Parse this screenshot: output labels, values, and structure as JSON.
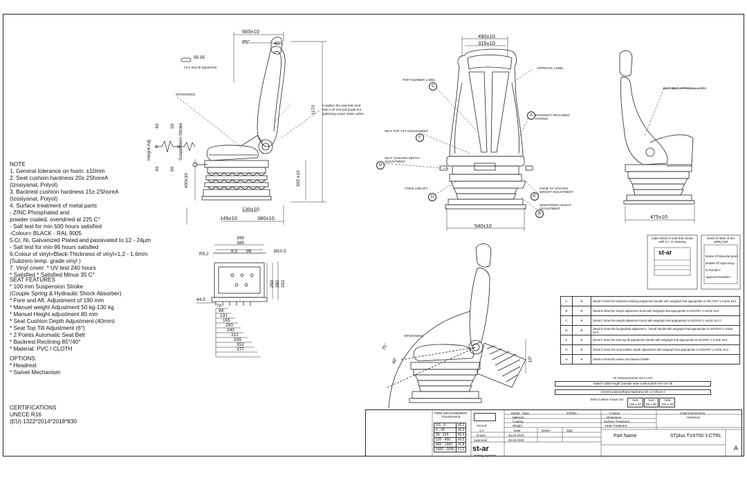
{
  "notes": {
    "heading": "NOTE",
    "items": [
      "1. General tolerance on foam: ±10mm",
      "2. Seat cushion hardness 20± 2ShoreA",
      "(Izosiyanat, Polyol)",
      "3. Backrest cushion hardness 15± 2ShoreA",
      "(Izosiyanat, Polyol)",
      "4. Surface treatment of metal parts",
      "- ZINC Phosphated and",
      "powder coated, ovendried at 225 C°",
      "- Salt test for min 500 hours satisfied",
      "-Colour= BLACK - RAL 9005",
      "5.Cr, Ni, Galvanized Plated and passivated to 12 - 24μm",
      "- Salt test for min 96 hours satisfied",
      "6.Colour of vinyl=Black-Thickness of vinyl=1,2 - 1,6mm",
      "(Subzero temp. grade vinyl )",
      "7. Vinyl cover: * UV test 240 hours",
      "* Satisfied  * Satisfied Minus 35 C°"
    ]
  },
  "features": {
    "heading": "SEAT FEATURES",
    "items": [
      "* 100 mm Suspension Stroke",
      "(Couple Spring & Hydraulic Shock Absorber)",
      "* Fore and Aft. Adjustment of  190 mm",
      "* Manuel weight Adjustment 50 kg-130 kg",
      "* Manuel Height adjustment 80 mm",
      "* Seat Cushion Depth Adjustment (40mm)",
      "* Seat Top Tilt Adjustment (6°)",
      "* 2 Points Automatic Seat Belt",
      "* Backrest Reclining 85°/40°",
      "* Material: PVC / CLOTH"
    ]
  },
  "options": {
    "heading": "OPTIONS:",
    "items": [
      "* Headrest",
      "* Swivel Mechanism"
    ]
  },
  "certifications": {
    "heading": "CERTIFICATIONS",
    "items": [
      "UNECE R16",
      "(EU) 1322*2014*2018*830"
    ]
  },
  "side_view": {
    "d_660": "660±10",
    "angle_85": "85°",
    "angle_40": "40°",
    "fore_aft_dims": "95    95",
    "fore_aft_label": "Fore and aft adjustment",
    "sip_label": "SIP(ISO5353)",
    "belt_note_1": "to tighten the seat belt used",
    "belt_note_2": "M10 x 20 mm bolt grade 8.8",
    "belt_note_3": "tightening torque 45Nm ±5Nm",
    "d_1170": "1170",
    "d_400": "400±10",
    "d_303": "303 ±10",
    "d_130": "130±10",
    "d_149": "149±10",
    "d_380": "380±10",
    "height_adj": "Height Adj.",
    "suspension_stroke": "Suspension Stroke",
    "v40": "40",
    "v50a": "50",
    "v50b": "50",
    "v40b": "40"
  },
  "front_view": {
    "d_490": "490±10",
    "d_315": "315±10",
    "d_540": "540±10",
    "part_number": "PART NUMBER LABEL",
    "seat_top_tilt": "SEAT TOP TILT ADJUSTMENT",
    "cushion_depth": "SEAT CUSHION DEPTH ADJUSTMENT",
    "fore_aft": "FORE AND AFT",
    "backrest_recline": "BACKREST RECLINING HANDLE",
    "weight_adj": "KNOB TO TIGHTEN WEIGHT ADJUSTMENT",
    "height_adj": "SEMI-RISING HEIGHT ADJUSTMENT",
    "seat_belt_label": "APPROVAL LABEL",
    "callouts": [
      "C",
      "F",
      "G",
      "D",
      "A",
      "E",
      "B"
    ]
  },
  "rear_view": {
    "d_475": "475±10",
    "label_top": "SEAT BELT APPROVAL LABEL"
  },
  "bottom_view": {
    "d_399a": "399",
    "d_399b": "389",
    "d_85": "8,5",
    "d_r52": "R5,2",
    "d_98": "98",
    "d_o10": "Ø10,5",
    "d_44": "44,5",
    "d_70": "70",
    "d_98b": "98",
    "d_131": "131",
    "d_155": "155",
    "d_200": "200",
    "d_240": "240",
    "d_312": "312",
    "d_335": "335",
    "d_352": "352",
    "d_377": "377",
    "d_250": "250",
    "d_280": "280",
    "d_293": "293"
  },
  "tilt_view": {
    "angle_75": "75°",
    "angle_48": "48°",
    "angle_10": "10°",
    "sip_label": "SIP(ISO5353)"
  },
  "label_boxes": {
    "box1_title": "Label detail of seat that shows with S.I. on drawing",
    "box2_title": "Detail of label of the safety belt",
    "box2_lines": [
      "Name Of Manufacturer--",
      "Details Of Approving--",
      "E Number--",
      "Approval Number--"
    ]
  },
  "detail_table": [
    {
      "letter": "A",
      "text": "Detail A show the backrest reclining adjustment handle with weigraph that appropriate to ISO 3767-1 Article 18.4"
    },
    {
      "letter": "B",
      "text": "Detail B show the height adjustment knob with weigraph that appropriate to ISO3767-1 Article 18.3"
    },
    {
      "letter": "C",
      "text": "Detail C show the weight adjustment knob with weigraph that appropriate to ISO3767-1 Article 18.17"
    },
    {
      "letter": "D",
      "text": "Detail D show the longitudinal adjustment - foreaft handle with weigraph that appropriate to ISO3767-1 Article 18.3"
    },
    {
      "letter": "F",
      "text": "Detail F show the seat top tilt adjustment handle with weigraph that appropriate to ISO3767-1 Article 18.6"
    },
    {
      "letter": "G",
      "text": "Detail G show the seat cushion depth adjustment with weigraph that appropriate to ISO3767-1 Article 18.2"
    },
    {
      "letter": "H",
      "text": "Detail H show the swivel mechanism handle"
    }
  ],
  "spec_lines": {
    "line1": "All measurements are in mm",
    "line2": "Switch cable length (outside seat cushion)540 mm GH 25",
    "line3": "Armrest polyurethane hardness 50 ± 5 Shore A",
    "foam_label": "Seat Cushion Foam ILD",
    "foam_cols": [
      "%25",
      "%40",
      "%65"
    ],
    "foam_vals": [
      "130 ± 50",
      "85 ± 50",
      "103 ± 50"
    ]
  },
  "title_block": {
    "free_measurement": "FREE MEASUREMENT TOLERANCE",
    "tolerances": [
      [
        "0,5 - 6",
        "±0,1"
      ],
      [
        "6 - 30",
        "±0,2"
      ],
      [
        "30 - 120",
        "±0,3"
      ],
      [
        "120 - 400",
        "±0,5"
      ],
      [
        "400 - 1000",
        "±0,8"
      ],
      [
        "1000 - 2000",
        "±1,2"
      ]
    ],
    "scale_label": "SCALE",
    "scale_value": "1:1",
    "model_type_label": "Model - Type",
    "model_type_value": "STPlus",
    "material": "Material",
    "coating": "Coating",
    "weight": "Weight",
    "date": "Date",
    "name": "Name",
    "sign": "Sign",
    "drawn": "Drawn",
    "approved": "Approved",
    "date_drawn": "25.03.2020",
    "date_approved": "25.03.2020",
    "control": "Control",
    "dimension": "Dimension",
    "surface_treatment": "Surface Treatment",
    "heat_treatment": "Heat Treatment",
    "critical_dimension": "Critical Dimension",
    "hardness": "Hardness",
    "part_name_label": "Part Name",
    "part_name_value": "STplus TV4700 3 CTRL",
    "sheet_letter": "A",
    "logo_text": "st-ar",
    "logo_sub": "seating systems"
  }
}
